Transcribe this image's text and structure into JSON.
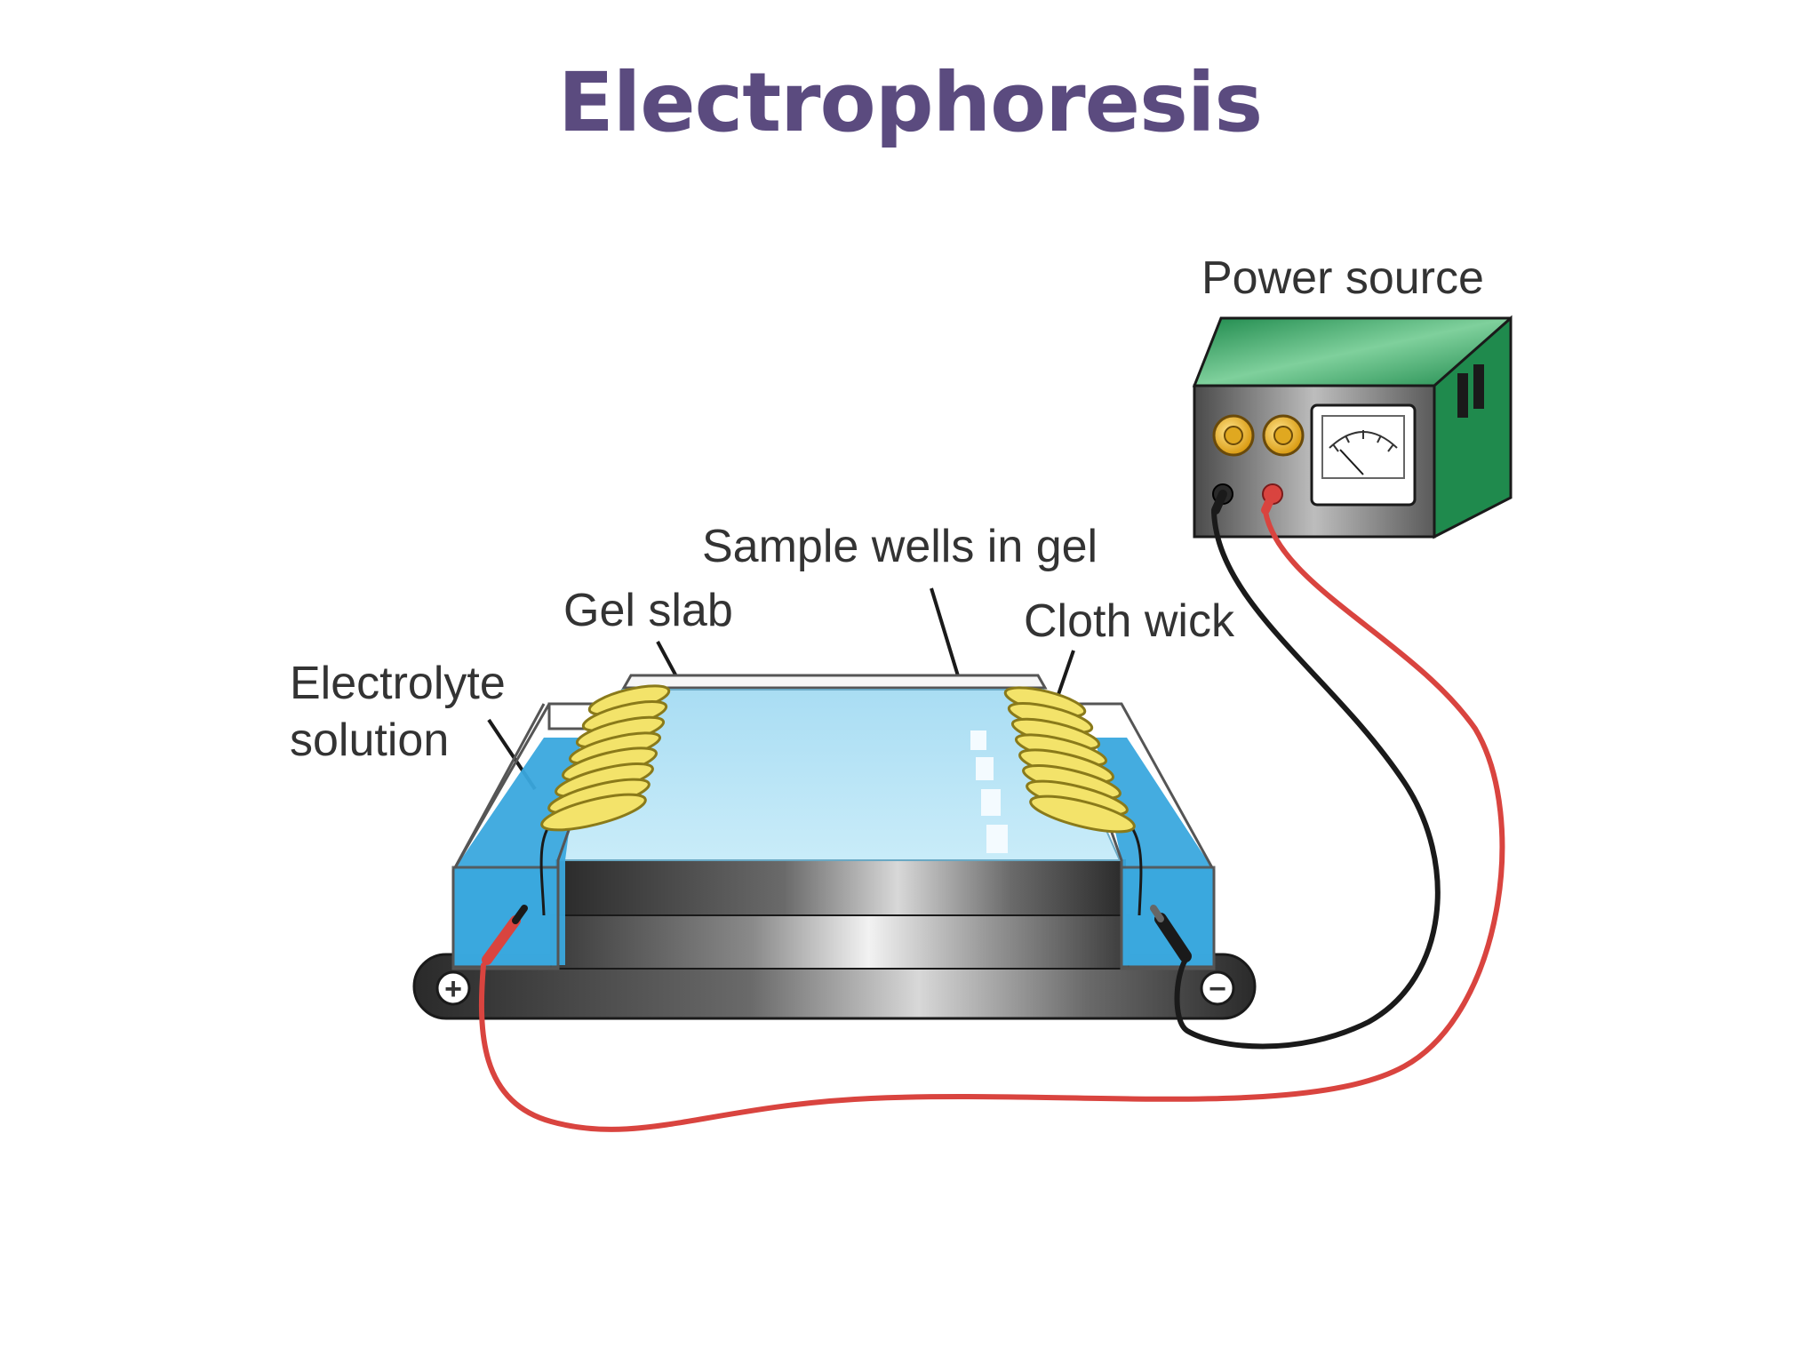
{
  "slide": {
    "title": "Electrophoresis"
  },
  "labels": {
    "power_source": "Power source",
    "sample_wells": "Sample wells in gel",
    "gel_slab": "Gel slab",
    "cloth_wick": "Cloth wick",
    "electrolyte_line1": "Electrolyte",
    "electrolyte_line2": "solution"
  },
  "terminals": {
    "positive": "+",
    "negative": "−"
  },
  "colors": {
    "title": "#5b4b7f",
    "power_source_case": "#2fa35f",
    "gel": "#aee3f6",
    "buffer": "#3aa8de",
    "wick": "#f3e36a",
    "red_wire": "#d9443f",
    "black_wire": "#1a1a1a"
  }
}
